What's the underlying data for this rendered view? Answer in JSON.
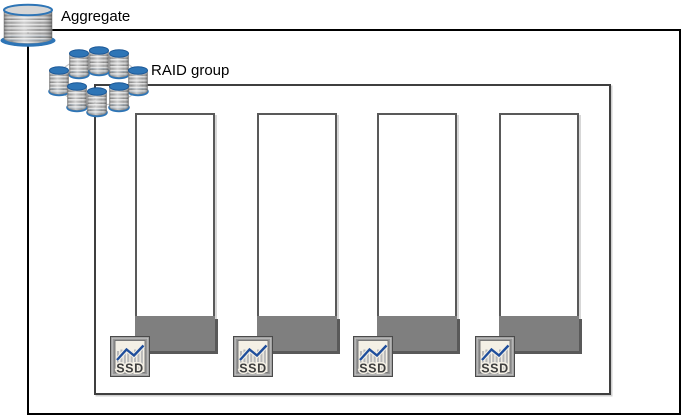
{
  "labels": {
    "aggregate": "Aggregate",
    "raid_group": "RAID group"
  },
  "disks": [
    {
      "label": "SSD"
    },
    {
      "label": "SSD"
    },
    {
      "label": "SSD"
    },
    {
      "label": "SSD"
    }
  ],
  "icons": {
    "aggregate": "disk-cylinder-icon",
    "raid_group": "disk-cluster-icon",
    "disk": "ssd-chart-icon"
  },
  "colors": {
    "accent_blue": "#2e75b6",
    "chart_line_blue": "#1f4e9c",
    "capacity_fill_gray": "#7f7f7f",
    "shadow_gray": "#595959",
    "outer_border": "#000000",
    "inner_border": "#3f3f3f",
    "ssd_panel_cream": "#f4f0e6",
    "ssd_frame_gray": "#969696"
  }
}
